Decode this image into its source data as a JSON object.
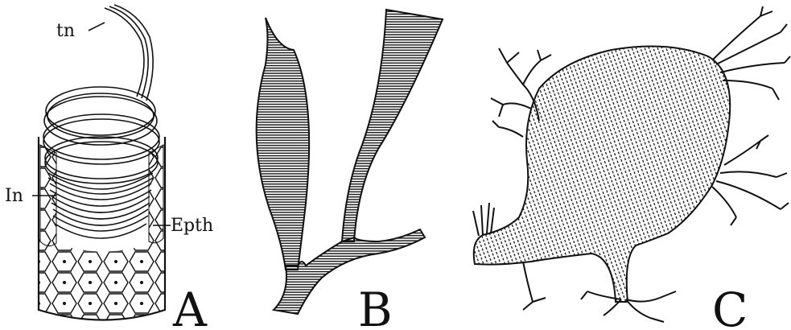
{
  "colors": {
    "ink": "#111111",
    "paper": "#ffffff"
  },
  "figure": {
    "panels": [
      {
        "id": "A",
        "letter": "A",
        "labels": {
          "tn": "tn",
          "in": "In",
          "epth": "Epth"
        }
      },
      {
        "id": "B",
        "letter": "B"
      },
      {
        "id": "C",
        "letter": "C"
      }
    ]
  }
}
